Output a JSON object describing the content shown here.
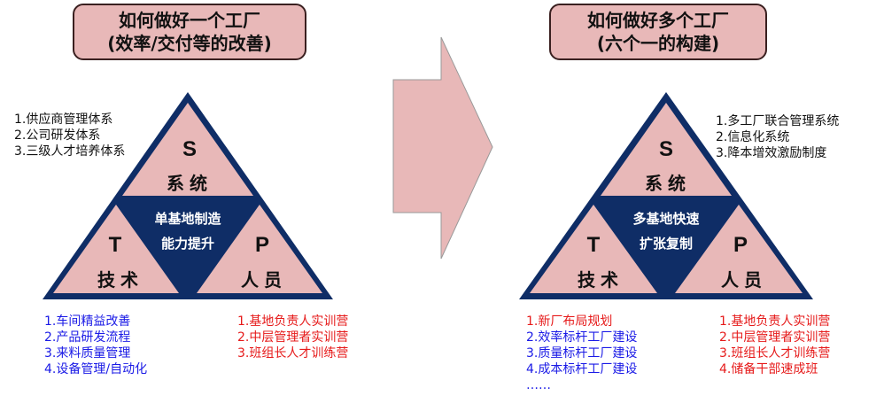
{
  "colors": {
    "pink": "#e8b8b8",
    "navy": "#0f2d66",
    "blue": "#1a1ae6",
    "red": "#e61a1a",
    "arrow": "#e8b8b8"
  },
  "left": {
    "title_line1": "如何做好一个工厂",
    "title_line2": "(效率/交付等的改善)",
    "s_letter": "S",
    "s_label": "系统",
    "t_letter": "T",
    "t_label": "技术",
    "p_letter": "P",
    "p_label": "人员",
    "center_line1": "单基地制造",
    "center_line2": "能力提升",
    "system_items": [
      "1.供应商管理体系",
      "2.公司研发体系",
      "3.三级人才培养体系"
    ],
    "tech_items": [
      "1.车间精益改善",
      "2.产品研发流程",
      "3.来料质量管理",
      "4.设备管理/自动化"
    ],
    "people_items": [
      "1.基地负责人实训营",
      "2.中层管理者实训营",
      "3.班组长人才训练营"
    ]
  },
  "right": {
    "title_line1": "如何做好多个工厂",
    "title_line2": "(六个一的构建)",
    "s_letter": "S",
    "s_label": "系统",
    "t_letter": "T",
    "t_label": "技术",
    "p_letter": "P",
    "p_label": "人员",
    "center_line1": "多基地快速",
    "center_line2": "扩张复制",
    "system_items": [
      "1.多工厂联合管理系统",
      "2.信息化系统",
      "3.降本增效激励制度"
    ],
    "tech_items": [
      "1.新厂布局规划",
      "2.效率标杆工厂建设",
      "3.质量标杆工厂建设",
      "4.成本标杆工厂建设",
      "……"
    ],
    "people_items": [
      "1.基地负责人实训营",
      "2.中层管理者实训营",
      "3.班组长人才训练营",
      "4.储备干部速成班"
    ]
  }
}
